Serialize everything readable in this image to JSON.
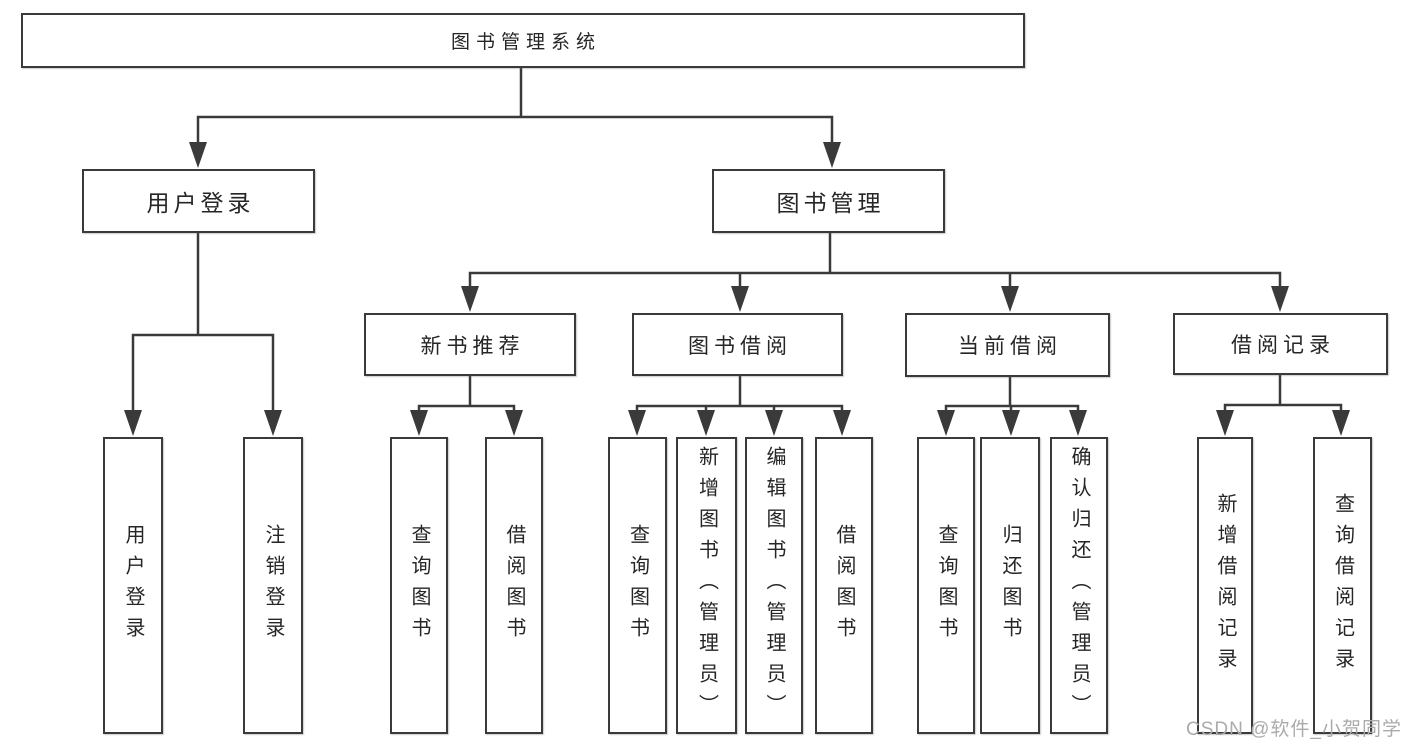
{
  "diagram_title": "图书管理系统",
  "watermark": "CSDN @软件_小贺同学",
  "colors": {
    "line": "#3a3a3a",
    "text": "#262626",
    "box_background": "#ffffff",
    "watermark": "#ababab"
  },
  "tree": {
    "root": {
      "label": "图书管理系统"
    },
    "level2": [
      {
        "label": "用户登录",
        "parent": "图书管理系统"
      },
      {
        "label": "图书管理",
        "parent": "图书管理系统"
      }
    ],
    "level3": [
      {
        "label": "新书推荐",
        "parent": "图书管理"
      },
      {
        "label": "图书借阅",
        "parent": "图书管理"
      },
      {
        "label": "当前借阅",
        "parent": "图书管理"
      },
      {
        "label": "借阅记录",
        "parent": "图书管理"
      }
    ],
    "leaves": [
      {
        "label": "用户登录",
        "parent": "用户登录"
      },
      {
        "label": "注销登录",
        "parent": "用户登录"
      },
      {
        "label": "查询图书",
        "parent": "新书推荐"
      },
      {
        "label": "借阅图书",
        "parent": "新书推荐"
      },
      {
        "label": "查询图书",
        "parent": "图书借阅"
      },
      {
        "label": "新增图书（管理员）",
        "parent": "图书借阅"
      },
      {
        "label": "编辑图书（管理员）",
        "parent": "图书借阅"
      },
      {
        "label": "借阅图书",
        "parent": "图书借阅"
      },
      {
        "label": "查询图书",
        "parent": "当前借阅"
      },
      {
        "label": "归还图书",
        "parent": "当前借阅"
      },
      {
        "label": "确认归还（管理员）",
        "parent": "当前借阅"
      },
      {
        "label": "新增借阅记录",
        "parent": "借阅记录"
      },
      {
        "label": "查询借阅记录",
        "parent": "借阅记录"
      }
    ]
  }
}
